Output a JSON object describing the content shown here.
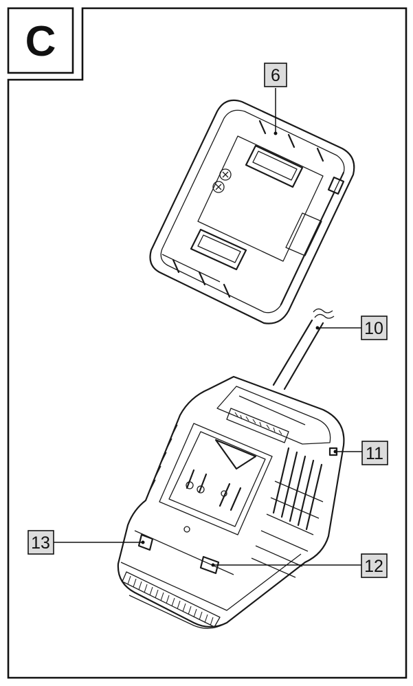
{
  "figure": {
    "panel_label": "C",
    "callouts": [
      {
        "id": "6",
        "label": "6"
      },
      {
        "id": "10",
        "label": "10"
      },
      {
        "id": "11",
        "label": "11"
      },
      {
        "id": "12",
        "label": "12"
      },
      {
        "id": "13",
        "label": "13"
      }
    ]
  }
}
